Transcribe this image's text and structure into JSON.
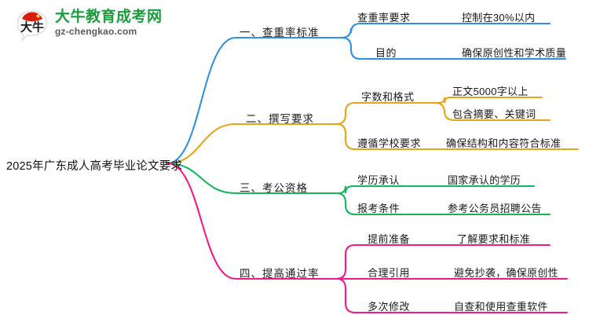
{
  "logo": {
    "mark_text": "大牛",
    "name_cn": "大牛教育成考网",
    "name_en": "gz-chengkao.com",
    "brand_green": "#1a9c3c",
    "brand_red": "#d81e06"
  },
  "mindmap": {
    "root": {
      "label": "2025年广东成人高考毕业论文要求"
    },
    "branches": [
      {
        "label": "一、查重率标准",
        "color": "#2f8fe0",
        "children": [
          {
            "label": "查重率要求",
            "children": [
              {
                "label": "控制在30%以内"
              }
            ]
          },
          {
            "label": "目的",
            "children": [
              {
                "label": "确保原创性和学术质量"
              }
            ]
          }
        ]
      },
      {
        "label": "二、撰写要求",
        "color": "#e8a317",
        "children": [
          {
            "label": "字数和格式",
            "children": [
              {
                "label": "正文5000字以上"
              },
              {
                "label": "包含摘要、关键词"
              }
            ]
          },
          {
            "label": "遵循学校要求",
            "children": [
              {
                "label": "确保结构和内容符合标准"
              }
            ]
          }
        ]
      },
      {
        "label": "三、考公资格",
        "color": "#14b85a",
        "children": [
          {
            "label": "学历承认",
            "children": [
              {
                "label": "国家承认的学历"
              }
            ]
          },
          {
            "label": "报考条件",
            "children": [
              {
                "label": "参考公务员招聘公告"
              }
            ]
          }
        ]
      },
      {
        "label": "四、提高通过率",
        "color": "#f0198b",
        "children": [
          {
            "label": "提前准备",
            "children": [
              {
                "label": "了解要求和标准"
              }
            ]
          },
          {
            "label": "合理引用",
            "children": [
              {
                "label": "避免抄袭，确保原创性"
              }
            ]
          },
          {
            "label": "多次修改",
            "children": [
              {
                "label": "自查和使用查重软件"
              }
            ]
          }
        ]
      }
    ]
  }
}
